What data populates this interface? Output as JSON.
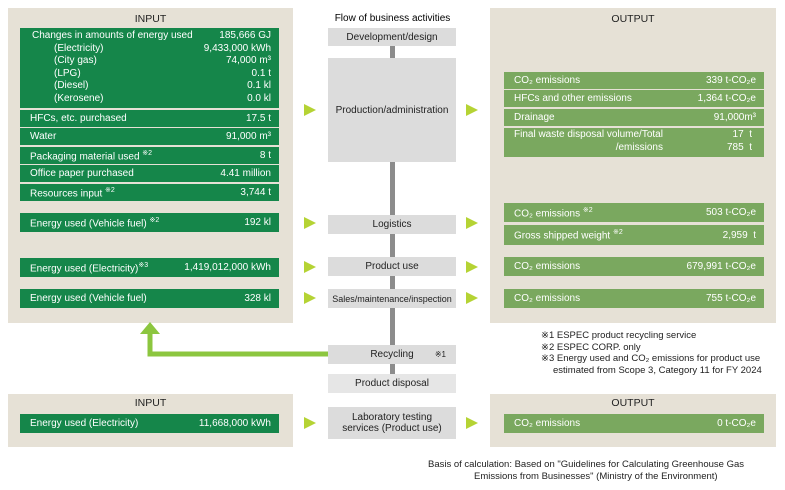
{
  "input": {
    "title": "INPUT",
    "energy": {
      "label": "Changes in amounts of energy used",
      "value": "185,666 GJ",
      "items": [
        {
          "label": "(Electricity)",
          "value": "9,433,000 kWh"
        },
        {
          "label": "(City gas)",
          "value": "74,000 m³"
        },
        {
          "label": "(LPG)",
          "value": "0.1 t"
        },
        {
          "label": "(Diesel)",
          "value": "0.1 kl"
        },
        {
          "label": "(Kerosene)",
          "value": "0.0 kl"
        }
      ]
    },
    "rows": [
      {
        "label": "HFCs, etc. purchased",
        "note": "",
        "value": "17.5 t"
      },
      {
        "label": "Water",
        "note": "",
        "value": "91,000 m³"
      },
      {
        "label": "Packaging material used",
        "note": "※2",
        "value": "8 t"
      },
      {
        "label": "Office paper purchased",
        "note": "",
        "value": "4.41 million"
      },
      {
        "label": "Resources input",
        "note": "※2",
        "value": "3,744 t"
      }
    ],
    "logistics": {
      "label": "Energy used (Vehicle fuel)",
      "note": "※2",
      "value": "192 kl"
    },
    "product_use": {
      "label": "Energy used (Electricity)",
      "note": "※3",
      "value": "1,419,012,000 kWh"
    },
    "sales": {
      "label": "Energy used (Vehicle fuel)",
      "note": "",
      "value": "328 kl"
    }
  },
  "flow": {
    "title": "Flow of business activities",
    "dev": "Development/design",
    "production": "Production/administration",
    "logistics": "Logistics",
    "product_use": "Product use",
    "sales": "Sales/maintenance/inspection",
    "recycling": "Recycling",
    "recycling_note": "※1",
    "disposal": "Product disposal",
    "lab": "Laboratory testing services (Product use)"
  },
  "output": {
    "title": "OUTPUT",
    "production": [
      {
        "label": "CO₂ emissions",
        "value": "339 t-CO₂e"
      },
      {
        "label": "HFCs and other emissions",
        "value": "1,364 t-CO₂e"
      },
      {
        "label": "Drainage",
        "value": "91,000m³"
      }
    ],
    "waste": {
      "label1": "Final waste disposal volume/Total",
      "label2": "/emissions",
      "value1": "17  t",
      "value2": "785  t"
    },
    "logistics": [
      {
        "label": "CO₂ emissions",
        "note": "※2",
        "value": "503 t-CO₂e"
      },
      {
        "label": "Gross shipped weight",
        "note": "※2",
        "value": "2,959  t"
      }
    ],
    "product_use": {
      "label": "CO₂ emissions",
      "value": "679,991 t-CO₂e"
    },
    "sales": {
      "label": "CO₂ emissions",
      "value": "755 t-CO₂e"
    }
  },
  "notes": [
    "※1 ESPEC product recycling service",
    "※2 ESPEC CORP. only",
    "※3 Energy used and CO₂ emissions for product use",
    "estimated from Scope 3, Category 11 for FY 2024"
  ],
  "lab": {
    "input_title": "INPUT",
    "input_label": "Energy used (Electricity)",
    "input_value": "11,668,000 kWh",
    "output_title": "OUTPUT",
    "output_label": "CO₂ emissions",
    "output_value": "0 t-CO₂e"
  },
  "basis": [
    "Basis of calculation: Based on \"Guidelines for Calculating Greenhouse Gas",
    "Emissions from Businesses\" (Ministry of the Environment)"
  ]
}
